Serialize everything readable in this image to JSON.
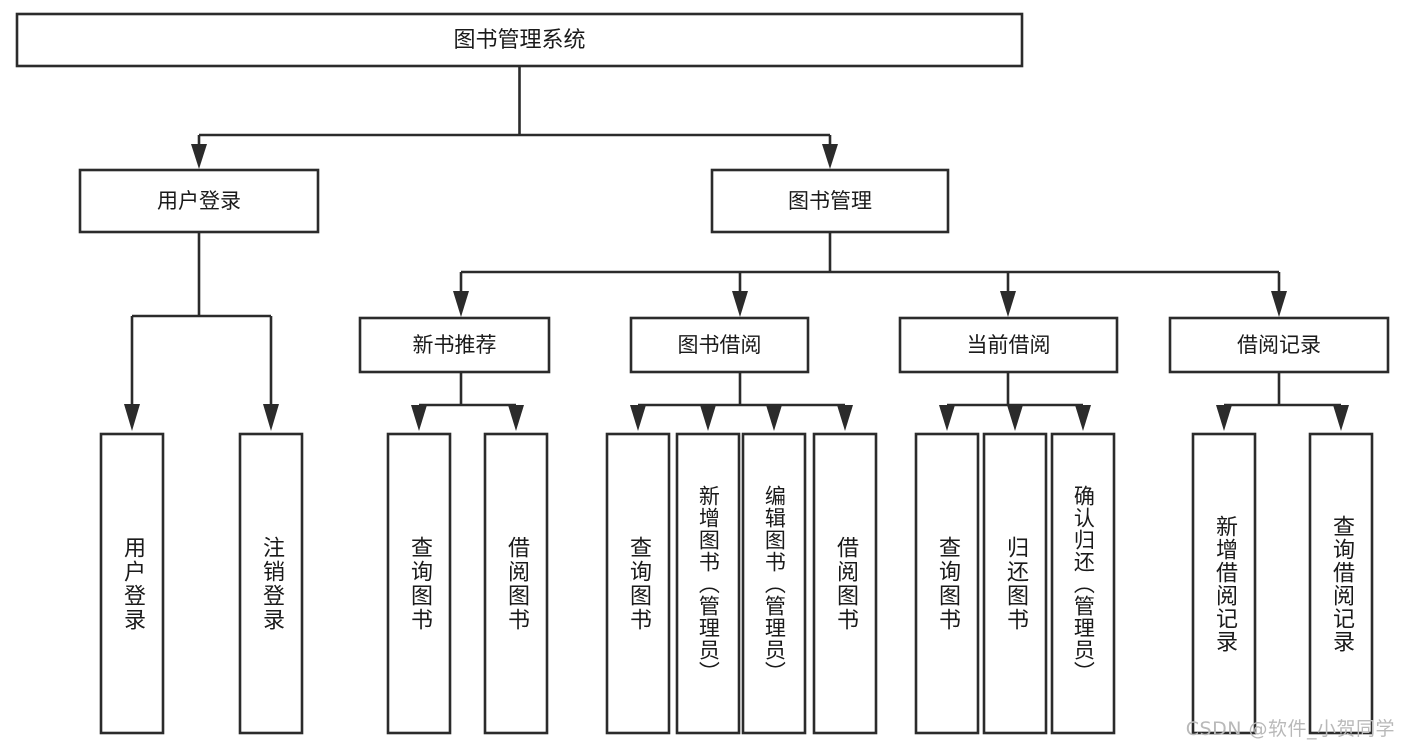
{
  "diagram": {
    "type": "tree-hierarchy-chart",
    "title": "图书管理系统",
    "watermark": "CSDN @软件_小贺同学",
    "style": {
      "background": "#ffffff",
      "stroke": "#2b2b2b",
      "fill": "#ffffff",
      "text": "#1a1a1a",
      "watermark_color": "#b9b9b9"
    },
    "levels": {
      "root": {
        "label": "图书管理系统"
      },
      "level2": [
        {
          "id": "user-login",
          "label": "用户登录"
        },
        {
          "id": "book-manage",
          "label": "图书管理"
        }
      ],
      "level3": [
        {
          "id": "new-book-recommend",
          "label": "新书推荐",
          "parent": "book-manage"
        },
        {
          "id": "book-borrow",
          "label": "图书借阅",
          "parent": "book-manage"
        },
        {
          "id": "current-borrow",
          "label": "当前借阅",
          "parent": "book-manage"
        },
        {
          "id": "borrow-record",
          "label": "借阅记录",
          "parent": "book-manage"
        }
      ],
      "leaves": [
        {
          "id": "leaf-user-login",
          "label": "用户登录",
          "parent": "user-login"
        },
        {
          "id": "leaf-logout",
          "label": "注销登录",
          "parent": "user-login"
        },
        {
          "id": "leaf-query-book-1",
          "label": "查询图书",
          "parent": "new-book-recommend"
        },
        {
          "id": "leaf-borrow-book-1",
          "label": "借阅图书",
          "parent": "new-book-recommend"
        },
        {
          "id": "leaf-query-book-2",
          "label": "查询图书",
          "parent": "book-borrow"
        },
        {
          "id": "leaf-add-book",
          "label": "新增图书（管理员）",
          "parent": "book-borrow"
        },
        {
          "id": "leaf-edit-book",
          "label": "编辑图书（管理员）",
          "parent": "book-borrow"
        },
        {
          "id": "leaf-borrow-book-2",
          "label": "借阅图书",
          "parent": "book-borrow"
        },
        {
          "id": "leaf-query-book-3",
          "label": "查询图书",
          "parent": "current-borrow"
        },
        {
          "id": "leaf-return-book",
          "label": "归还图书",
          "parent": "current-borrow"
        },
        {
          "id": "leaf-confirm-return",
          "label": "确认归还（管理员）",
          "parent": "current-borrow"
        },
        {
          "id": "leaf-add-record",
          "label": "新增借阅记录",
          "parent": "borrow-record"
        },
        {
          "id": "leaf-query-record",
          "label": "查询借阅记录",
          "parent": "borrow-record"
        }
      ]
    }
  }
}
